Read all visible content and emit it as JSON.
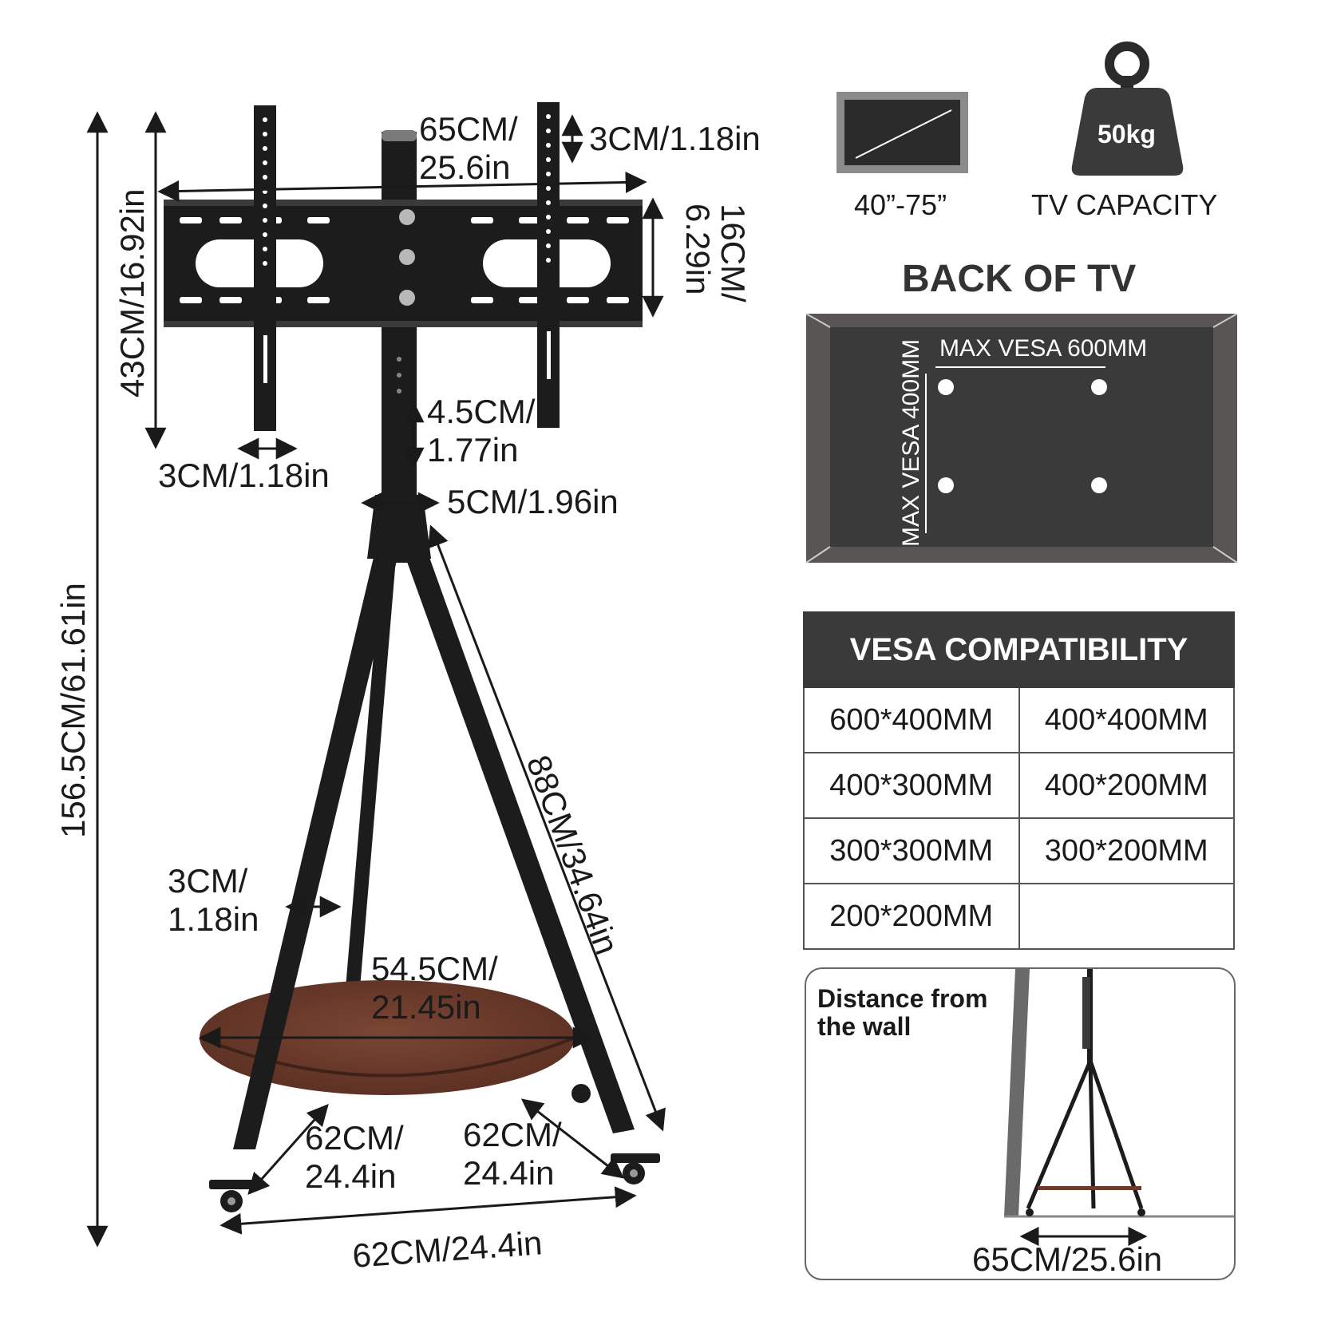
{
  "dimensions": {
    "total_height": "156.5CM/61.61in",
    "mount_height": "43CM/16.92in",
    "mount_width_cm": "65CM/",
    "mount_width_in": "25.6in",
    "bracket_top": "3CM/1.18in",
    "plate_height_cm": "16CM/",
    "plate_height_in": "6.29in",
    "height_step_cm": "4.5CM/",
    "height_step_in": "1.77in",
    "bracket_width": "3CM/1.18in",
    "pole_diameter": "5CM/1.96in",
    "leg_length": "88CM/34.64in",
    "leg_width_cm": "3CM/",
    "leg_width_in": "1.18in",
    "shelf_diameter_cm": "54.5CM/",
    "shelf_diameter_in": "21.45in",
    "base_side_left_cm": "62CM/",
    "base_side_left_in": "24.4in",
    "base_side_right_cm": "62CM/",
    "base_side_right_in": "24.4in",
    "base_front": "62CM/24.4in"
  },
  "specs": {
    "screen_size": "40”-75”",
    "weight": "50kg",
    "capacity_label": "TV CAPACITY",
    "screen_icon": "tv-screen-icon",
    "weight_icon": "weight-icon"
  },
  "back_of_tv": {
    "title": "BACK OF TV",
    "max_vesa_h": "MAX VESA 600MM",
    "max_vesa_v": "MAX VESA 400MM"
  },
  "vesa": {
    "title": "VESA COMPATIBILITY",
    "rows": [
      [
        "600*400MM",
        "400*400MM"
      ],
      [
        "400*300MM",
        "400*200MM"
      ],
      [
        "300*300MM",
        "300*200MM"
      ],
      [
        "200*200MM",
        ""
      ]
    ]
  },
  "wall": {
    "title_line1": "Distance from",
    "title_line2": "the wall",
    "distance": "65CM/25.6in"
  },
  "colors": {
    "stand": "#1c1c1c",
    "wood": "#6b3a2a",
    "panel_dark": "#3a3a3a",
    "panel_frame": "#5a5555"
  }
}
